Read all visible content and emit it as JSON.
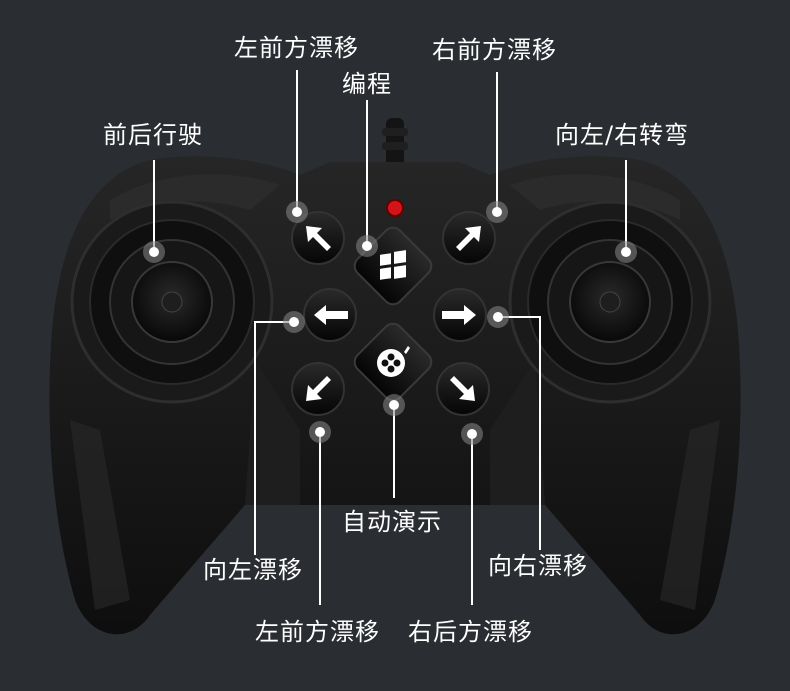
{
  "colors": {
    "background": "#2a2d31",
    "body": "#161616",
    "body_highlight": "#2b2b2b",
    "button": "#0d0d0d",
    "arrow": "#ffffff",
    "leader_line": "#ffffff",
    "indicator_led": "#d4141a"
  },
  "labels": {
    "forward_back_drive": "前后行驶",
    "left_front_drift_top": "左前方漂移",
    "programming": "编程",
    "right_front_drift": "右前方漂移",
    "turn_left_right": "向左/右转弯",
    "auto_demo": "自动演示",
    "left_drift": "向左漂移",
    "right_drift": "向右漂移",
    "left_front_drift_bottom": "左前方漂移",
    "right_rear_drift": "右后方漂移"
  },
  "icons": {
    "programming_button": "windows-logo-icon",
    "auto_demo_button": "film-reel-icon",
    "arrows": [
      "arrow-up-left-icon",
      "arrow-up-right-icon",
      "arrow-left-icon",
      "arrow-right-icon",
      "arrow-down-left-icon",
      "arrow-down-right-icon"
    ]
  }
}
